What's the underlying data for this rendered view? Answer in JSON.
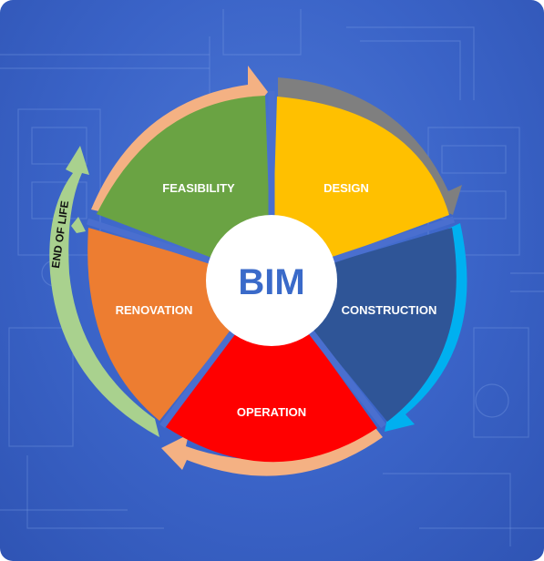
{
  "diagram": {
    "center_label": "BIM",
    "center_color": "#3a6ac9",
    "segments": [
      {
        "label": "FEASIBILITY",
        "color": "#6aa343"
      },
      {
        "label": "DESIGN",
        "color": "#ffc000"
      },
      {
        "label": "CONSTRUCTION",
        "color": "#2f5597"
      },
      {
        "label": "OPERATION",
        "color": "#ff0000"
      },
      {
        "label": "RENOVATION",
        "color": "#ed7d31"
      }
    ],
    "arrows": [
      {
        "target": "feasibility",
        "color": "#f4b183"
      },
      {
        "target": "design",
        "color": "#7f7f7f"
      },
      {
        "target": "construction",
        "color": "#00b0f0"
      },
      {
        "target": "operation",
        "color": "#f4b183"
      },
      {
        "target": "end-of-life",
        "color": "#a9d18e",
        "label": "END OF LIFE"
      }
    ],
    "background_color": "#3a63c7"
  }
}
